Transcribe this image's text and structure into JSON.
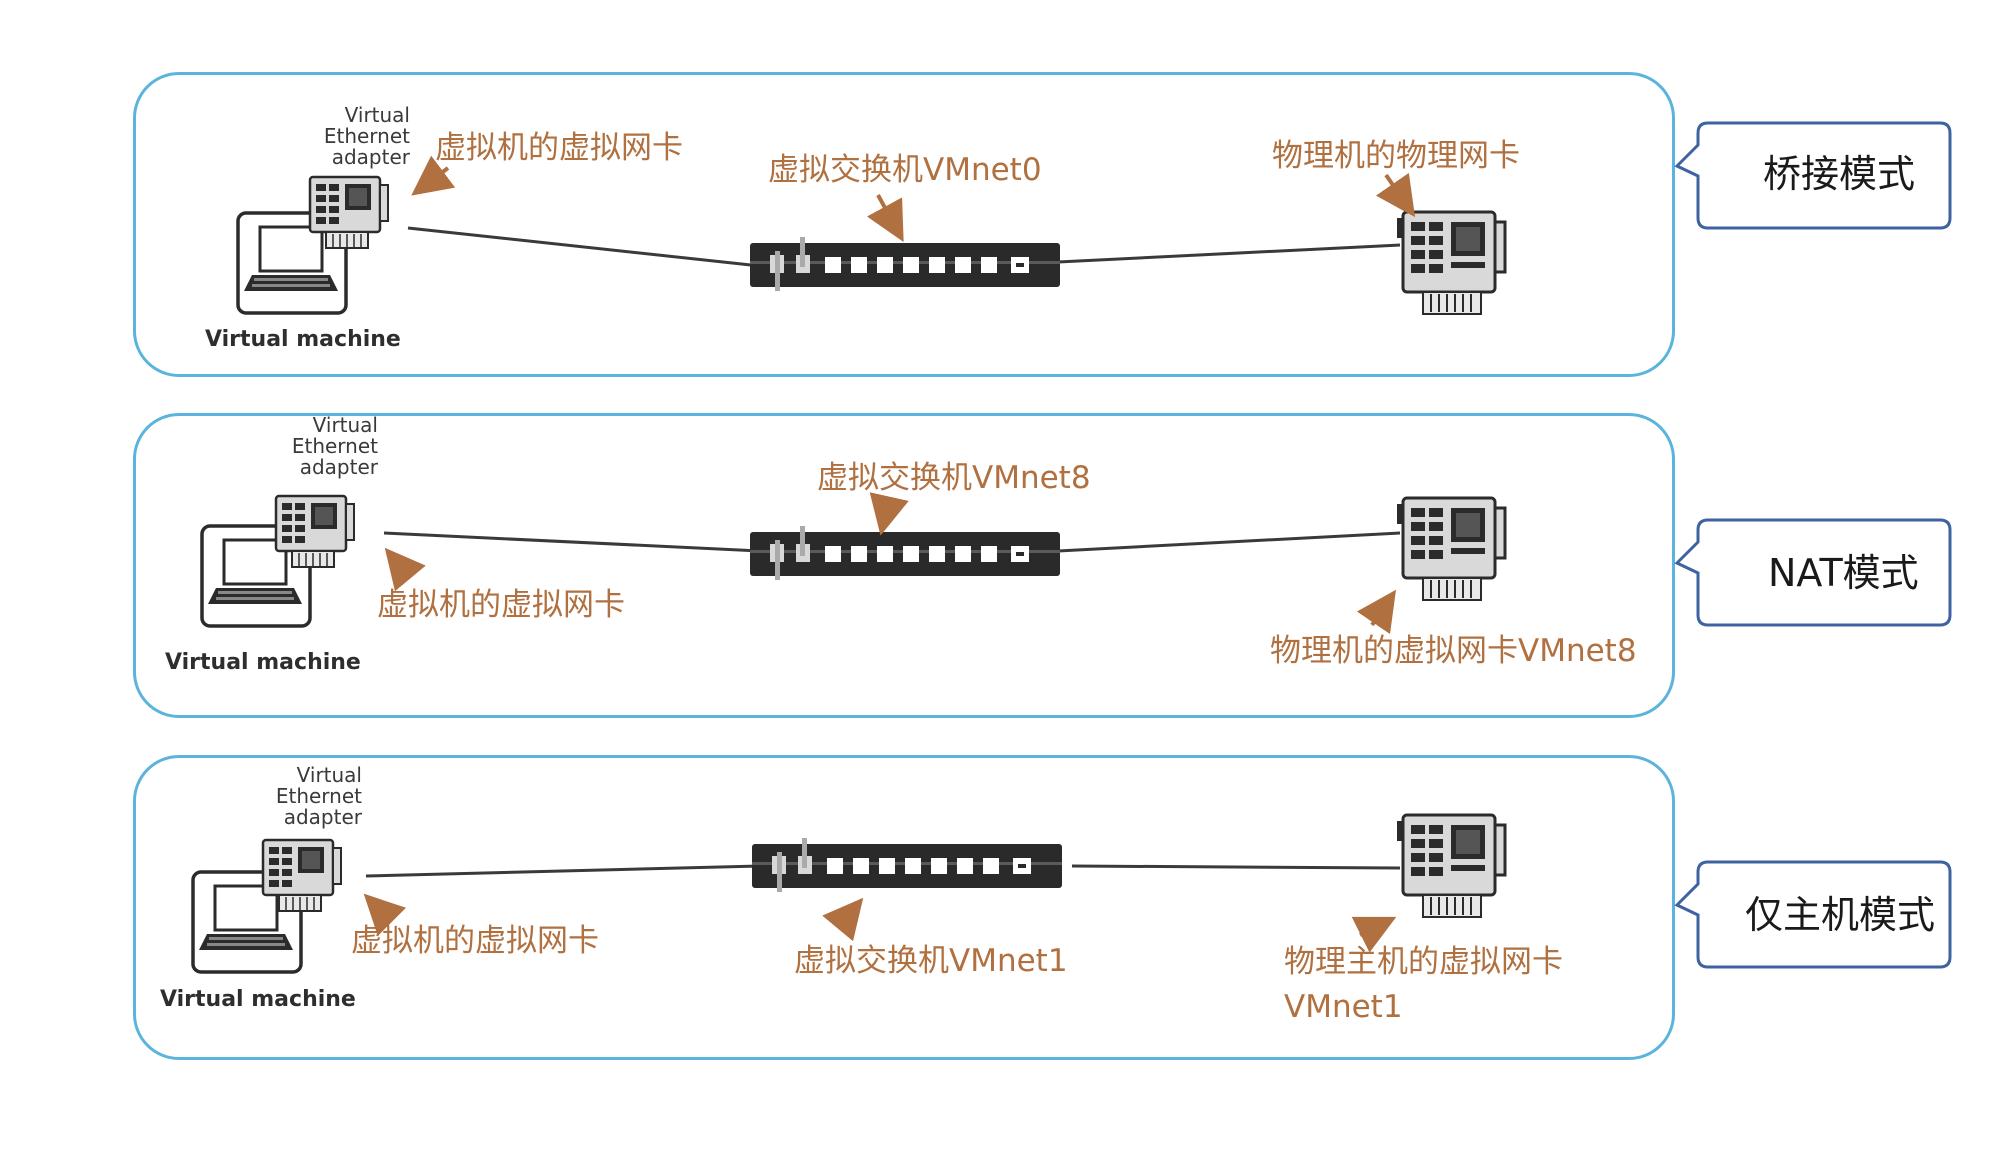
{
  "bridge": {
    "mode_label": "桥接模式",
    "vm_adapter_label": "虚拟机的虚拟网卡",
    "switch_label": "虚拟交换机VMnet0",
    "host_adapter_label": "物理机的物理网卡",
    "vm_caption": "Virtual machine",
    "eth_line1": "Virtual",
    "eth_line2": "Ethernet",
    "eth_line3": "adapter"
  },
  "nat": {
    "mode_label": "NAT模式",
    "vm_adapter_label": "虚拟机的虚拟网卡",
    "switch_label": "虚拟交换机VMnet8",
    "host_adapter_label": "物理机的虚拟网卡VMnet8",
    "vm_caption": "Virtual machine",
    "eth_line1": "Virtual",
    "eth_line2": "Ethernet",
    "eth_line3": "adapter"
  },
  "host_only": {
    "mode_label": "仅主机模式",
    "vm_adapter_label": "虚拟机的虚拟网卡",
    "switch_label": "虚拟交换机VMnet1",
    "host_adapter_label_line1": "物理主机的虚拟网卡",
    "host_adapter_label_line2": "VMnet1",
    "vm_caption": "Virtual machine",
    "eth_line1": "Virtual",
    "eth_line2": "Ethernet",
    "eth_line3": "adapter"
  },
  "colors": {
    "panel_border": "#5ab4dc",
    "callout_border": "#3f62a2",
    "label_text": "#b0703f",
    "arrow": "#b0703f"
  }
}
